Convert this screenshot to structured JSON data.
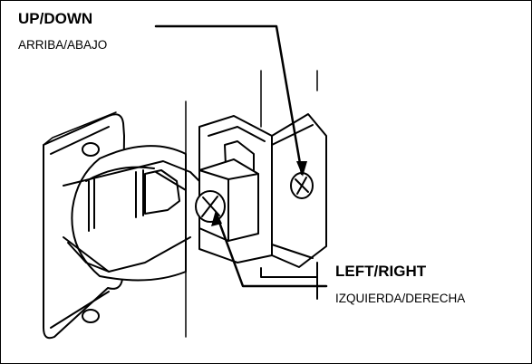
{
  "labels": {
    "up_down": {
      "title": "UP/DOWN",
      "subtitle": "ARRIBA/ABAJO"
    },
    "left_right": {
      "title": "LEFT/RIGHT",
      "subtitle": "IZQUIERDA/DERECHA"
    }
  },
  "icons": [
    "hinge-illustration",
    "screw-icon",
    "arrow-icon"
  ]
}
